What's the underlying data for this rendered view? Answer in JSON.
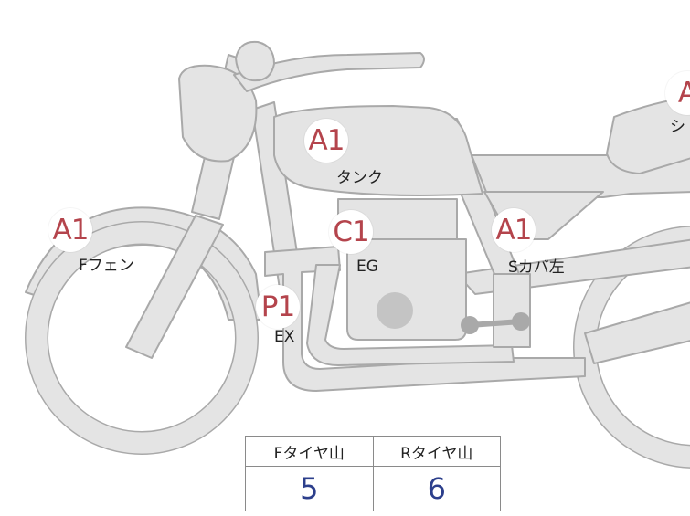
{
  "colors": {
    "body_fill": "#e4e4e4",
    "body_stroke": "#a9a9a9",
    "code_text": "#b4444c",
    "value_text": "#2c3f8c",
    "engine_dot": "#c4c4c4"
  },
  "markers": [
    {
      "code": "A1",
      "label": "タンク"
    },
    {
      "code": "A1",
      "label": "Fフェン"
    },
    {
      "code": "C1",
      "label": "EG"
    },
    {
      "code": "A1",
      "label": "Sカバ左"
    },
    {
      "code": "P1",
      "label": "EX"
    },
    {
      "code": "A",
      "label": "シ"
    }
  ],
  "tire_tread": {
    "front_header": "Fタイヤ山",
    "rear_header": "Rタイヤ山",
    "front_value": "5",
    "rear_value": "6"
  }
}
